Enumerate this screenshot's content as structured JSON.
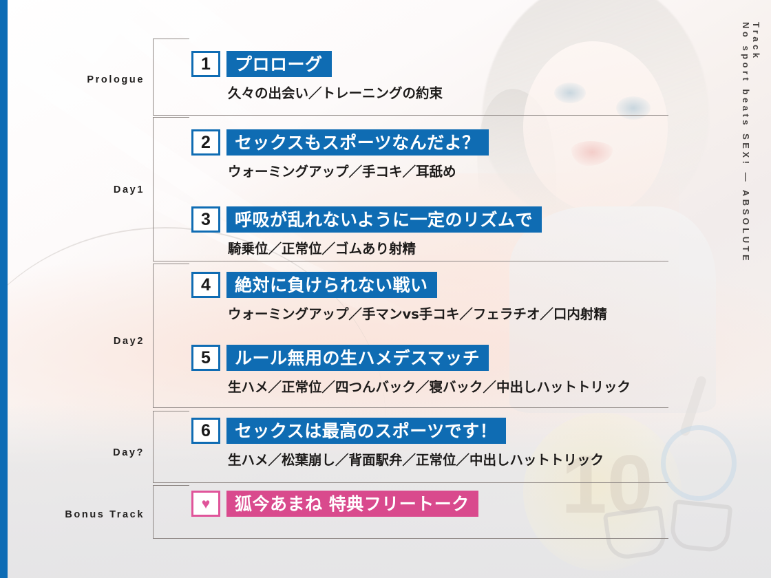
{
  "meta": {
    "accent_blue": "#0f6cb3",
    "accent_pink": "#d94a8d",
    "edge_bar_color": "#0d6cb5",
    "rule_color": "#8d8683",
    "text_color": "#1d1b1a"
  },
  "side_caption": {
    "line1": "Track",
    "line2": "No sport beats SEX!  —  ABSOLUTE"
  },
  "groups": [
    {
      "label": "Prologue",
      "tracks": [
        {
          "number": "1",
          "title": "プロローグ",
          "subtitle": "久々の出会い／トレーニングの約束",
          "style": "blue"
        }
      ]
    },
    {
      "label": "Day1",
      "tracks": [
        {
          "number": "2",
          "title": "セックスもスポーツなんだよ？",
          "subtitle": "ウォーミングアップ／手コキ／耳舐め",
          "style": "blue"
        },
        {
          "number": "3",
          "title": "呼吸が乱れないように一定のリズムで",
          "subtitle": "騎乗位／正常位／ゴムあり射精",
          "style": "blue"
        }
      ]
    },
    {
      "label": "Day2",
      "tracks": [
        {
          "number": "4",
          "title": "絶対に負けられない戦い",
          "subtitle": "ウォーミングアップ／手マンvs手コキ／フェラチオ／口内射精",
          "style": "blue"
        },
        {
          "number": "5",
          "title": "ルール無用の生ハメデスマッチ",
          "subtitle": "生ハメ／正常位／四つんバック／寝バック／中出しハットトリック",
          "style": "blue"
        }
      ]
    },
    {
      "label": "Day?",
      "tracks": [
        {
          "number": "6",
          "title": "セックスは最高のスポーツです！",
          "subtitle": "生ハメ／松葉崩し／背面駅弁／正常位／中出しハットトリック",
          "style": "blue"
        }
      ]
    },
    {
      "label": "Bonus Track",
      "tracks": [
        {
          "number": "♥",
          "title": "狐今あまね 特典フリートーク",
          "subtitle": "",
          "style": "pink"
        }
      ]
    }
  ]
}
